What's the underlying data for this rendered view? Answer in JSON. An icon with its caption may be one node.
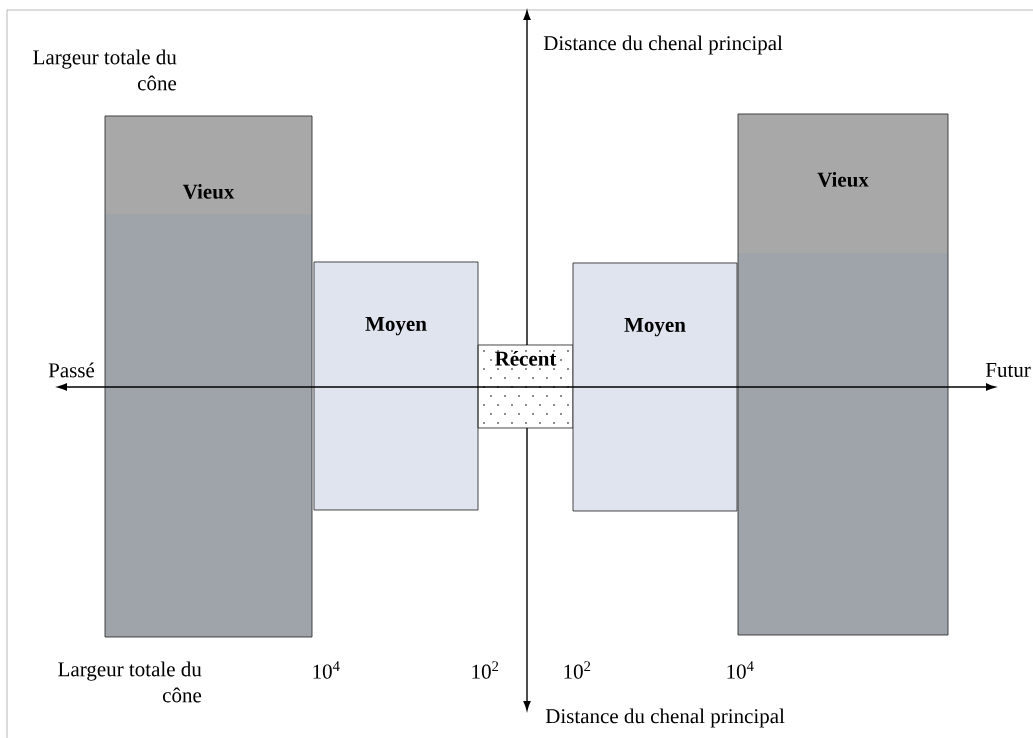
{
  "diagram": {
    "nodes": [
      {
        "text": [
          "Vieux"
        ]
      },
      {
        "text": [
          "Moyen"
        ]
      },
      {
        "text": [
          "Récent"
        ]
      },
      {
        "text": [
          "Moyen"
        ]
      },
      {
        "text": [
          "Vieux"
        ]
      }
    ],
    "labels": [
      "Largeur totale du cône",
      "Distance du chenal principal",
      "Passé",
      "Futur",
      "Largeur totale du cône",
      "10$^{4}$",
      "10$^{2}$",
      "10$^{2}$",
      "10$^{4}$",
      "Distance du chenal principal"
    ]
  }
}
